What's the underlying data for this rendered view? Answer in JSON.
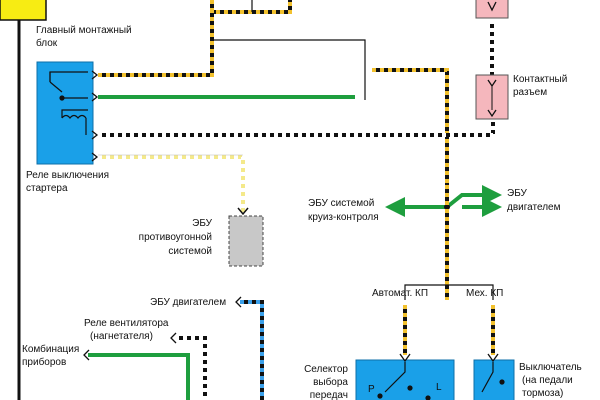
{
  "labels": {
    "main_block": "Главный монтажный",
    "main_block_2": "блок",
    "starter_relay": "Реле выключения",
    "starter_relay_2": "стартера",
    "connector": "Контактный",
    "connector_2": "разъем",
    "ecu_immobilizer": "ЭБУ",
    "ecu_immobilizer_2": "противоугонной",
    "ecu_immobilizer_3": "системой",
    "ecu_cruise": "ЭБУ системой",
    "ecu_cruise_2": "круиз-контроля",
    "ecu_engine_right": "ЭБУ",
    "ecu_engine_right_2": "двигателем",
    "ecu_engine_left": "ЭБУ двигателем",
    "fan_relay": "Реле вентилятора",
    "fan_relay_2": "(нагнетателя)",
    "instrument_cluster": "Комбинация",
    "instrument_cluster_2": "приборов",
    "auto_transmission": "Автомат. КП",
    "manual_transmission": "Мех. КП",
    "selector": "Селектор",
    "selector_2": "выбора",
    "selector_3": "передач",
    "brake_switch": "Выключатель",
    "brake_switch_2": "(на педали",
    "brake_switch_3": "тормоза)",
    "selector_p": "P",
    "selector_l": "L"
  },
  "colors": {
    "yellow_box": "#f7ec13",
    "blue_box": "#1aa0e8",
    "pink_box": "#f5b7bd",
    "gray_box": "#c8c8c8",
    "wire_green": "#1e9e3e",
    "wire_black": "#111111",
    "stripe_yellow": "#f2c12e",
    "stripe_white": "#ffffff",
    "stripe_blue": "#3aa0ea",
    "stripe_lightyellow": "#f4e98a"
  },
  "icons": {
    "arrow": "arrow-head-icon",
    "relay_switch": "relay-switch-icon",
    "coil": "coil-icon",
    "connector_pin": "connector-pin-icon"
  }
}
